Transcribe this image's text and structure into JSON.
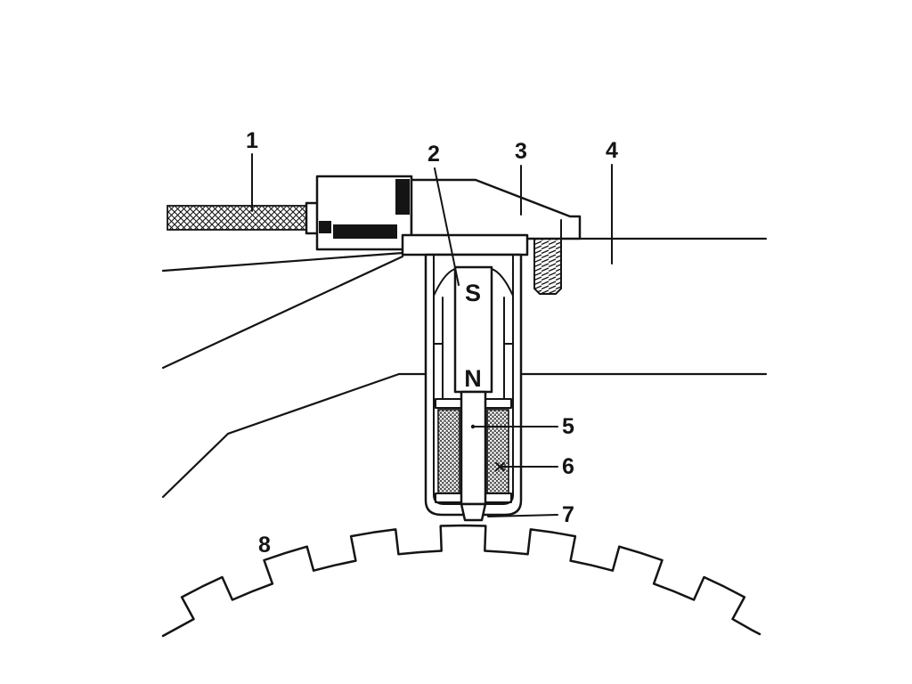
{
  "labels": {
    "callout_1": "1",
    "callout_2": "2",
    "callout_3": "3",
    "callout_4": "4",
    "callout_5": "5",
    "callout_6": "6",
    "callout_7": "7",
    "callout_8": "8",
    "magnet_south": "S",
    "magnet_north": "N"
  },
  "colors": {
    "ink": "#141414",
    "background": "#ffffff"
  }
}
